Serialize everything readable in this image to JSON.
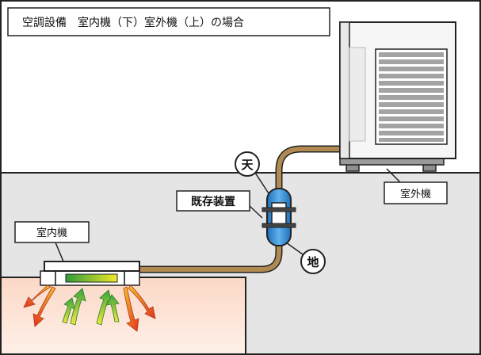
{
  "title": "空調設備　室内機（下）室外機（上）の場合",
  "labels": {
    "indoor_unit": "室内機",
    "outdoor_unit": "室外機",
    "existing_device": "既存装置",
    "ceiling": "天",
    "ground": "地"
  },
  "colors": {
    "wall": "#e4e4e4",
    "room": "#fde9df",
    "pipe": "#b08a50",
    "device": "#3b8ed4",
    "outline": "#222222"
  }
}
